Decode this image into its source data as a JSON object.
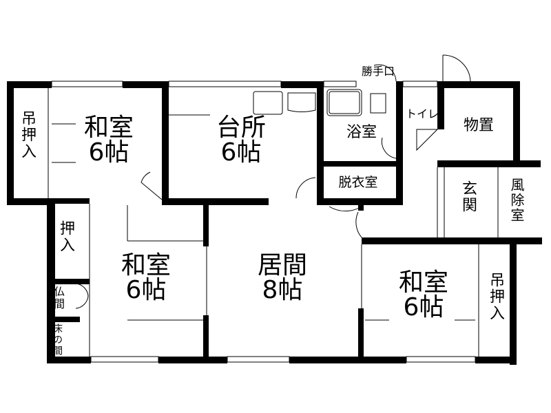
{
  "floor_plan": {
    "rooms": [
      {
        "id": "washitsu-nw",
        "name": "和室",
        "size": "6帖"
      },
      {
        "id": "kitchen",
        "name": "台所",
        "size": "6帖"
      },
      {
        "id": "bath",
        "name": "浴室"
      },
      {
        "id": "toilet",
        "name": "トイレ"
      },
      {
        "id": "storage",
        "name": "物置"
      },
      {
        "id": "dressing",
        "name": "脱衣室"
      },
      {
        "id": "entrance",
        "name": "玄関"
      },
      {
        "id": "windbreak",
        "name": "風除室"
      },
      {
        "id": "washitsu-w",
        "name": "和室",
        "size": "6帖"
      },
      {
        "id": "living",
        "name": "居間",
        "size": "8帖"
      },
      {
        "id": "washitsu-se",
        "name": "和室",
        "size": "6帖"
      }
    ],
    "closets": {
      "nw_closet": "吊押入",
      "w_closet": "押入",
      "butsuma": "仏間",
      "tokonoma": "床の間",
      "se_closet": "吊押入"
    },
    "back_door": "勝手口"
  }
}
